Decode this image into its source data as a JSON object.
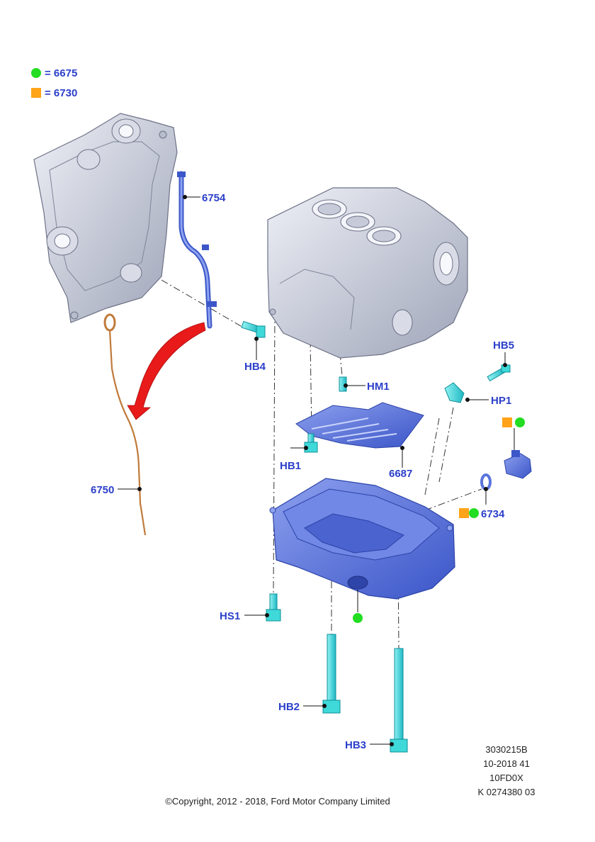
{
  "legend": [
    {
      "symbol": "green-circle",
      "text": "= 6675",
      "color": "#22dd22"
    },
    {
      "symbol": "orange-square",
      "text": "= 6730",
      "color": "#ffa31a"
    }
  ],
  "callouts": {
    "c6754": "6754",
    "hb4": "HB4",
    "hm1": "HM1",
    "hb5": "HB5",
    "hp1": "HP1",
    "hb1": "HB1",
    "c6687": "6687",
    "c6750": "6750",
    "c6734": "6734",
    "hs1": "HS1",
    "hb2": "HB2",
    "hb3": "HB3"
  },
  "reference": [
    "3030215B",
    "10-2018 41",
    "10FD0X",
    "K 0274380 03"
  ],
  "copyright": "©Copyright, 2012 - 2018, Ford Motor Company Limited",
  "colors": {
    "label": "#2b3fc9",
    "engine_parts": "#c4c9d8",
    "oil_pan": "#5b74dc",
    "fasteners": "#3fd9d9",
    "dipstick": "#c07a3a",
    "arrow": "#e81a1a"
  }
}
